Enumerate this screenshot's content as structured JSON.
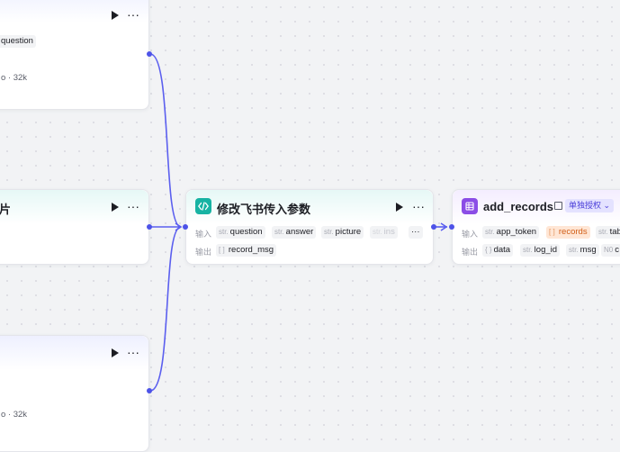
{
  "canvas": {
    "edge_color": "#5b5fef",
    "port_color": "#4d53e8"
  },
  "nodes": {
    "top_left": {
      "input_tag": {
        "name": "question"
      },
      "meta": "o · 32k"
    },
    "mid_left": {
      "title_fragment": "片"
    },
    "bottom_left": {
      "meta": "o · 32k"
    },
    "modify": {
      "title": "修改飞书传入参数",
      "icon": "code-icon",
      "icon_color": "#17b3a3",
      "input_label": "输入",
      "output_label": "输出",
      "inputs": [
        {
          "type": "str.",
          "name": "question"
        },
        {
          "type": "str.",
          "name": "answer"
        },
        {
          "type": "str.",
          "name": "picture"
        },
        {
          "type": "str.",
          "name": "ins"
        }
      ],
      "more_inputs": "···",
      "outputs": [
        {
          "type": "[ ] ",
          "name": "record_msg"
        }
      ]
    },
    "add_records": {
      "title": "add_records",
      "icon": "table-icon",
      "icon_color": "#8b4de6",
      "auth_badge": "单独授权",
      "input_label": "输入",
      "output_label": "输出",
      "inputs": [
        {
          "type": "str.",
          "name": "app_token"
        },
        {
          "type": "[ ] ",
          "name": "records"
        },
        {
          "type": "str.",
          "name": "tab"
        }
      ],
      "outputs": [
        {
          "type": "{ }",
          "name": "data"
        },
        {
          "type": "str.",
          "name": "log_id"
        },
        {
          "type": "str.",
          "name": "msg"
        },
        {
          "type": "N0",
          "name": "c"
        }
      ]
    }
  }
}
